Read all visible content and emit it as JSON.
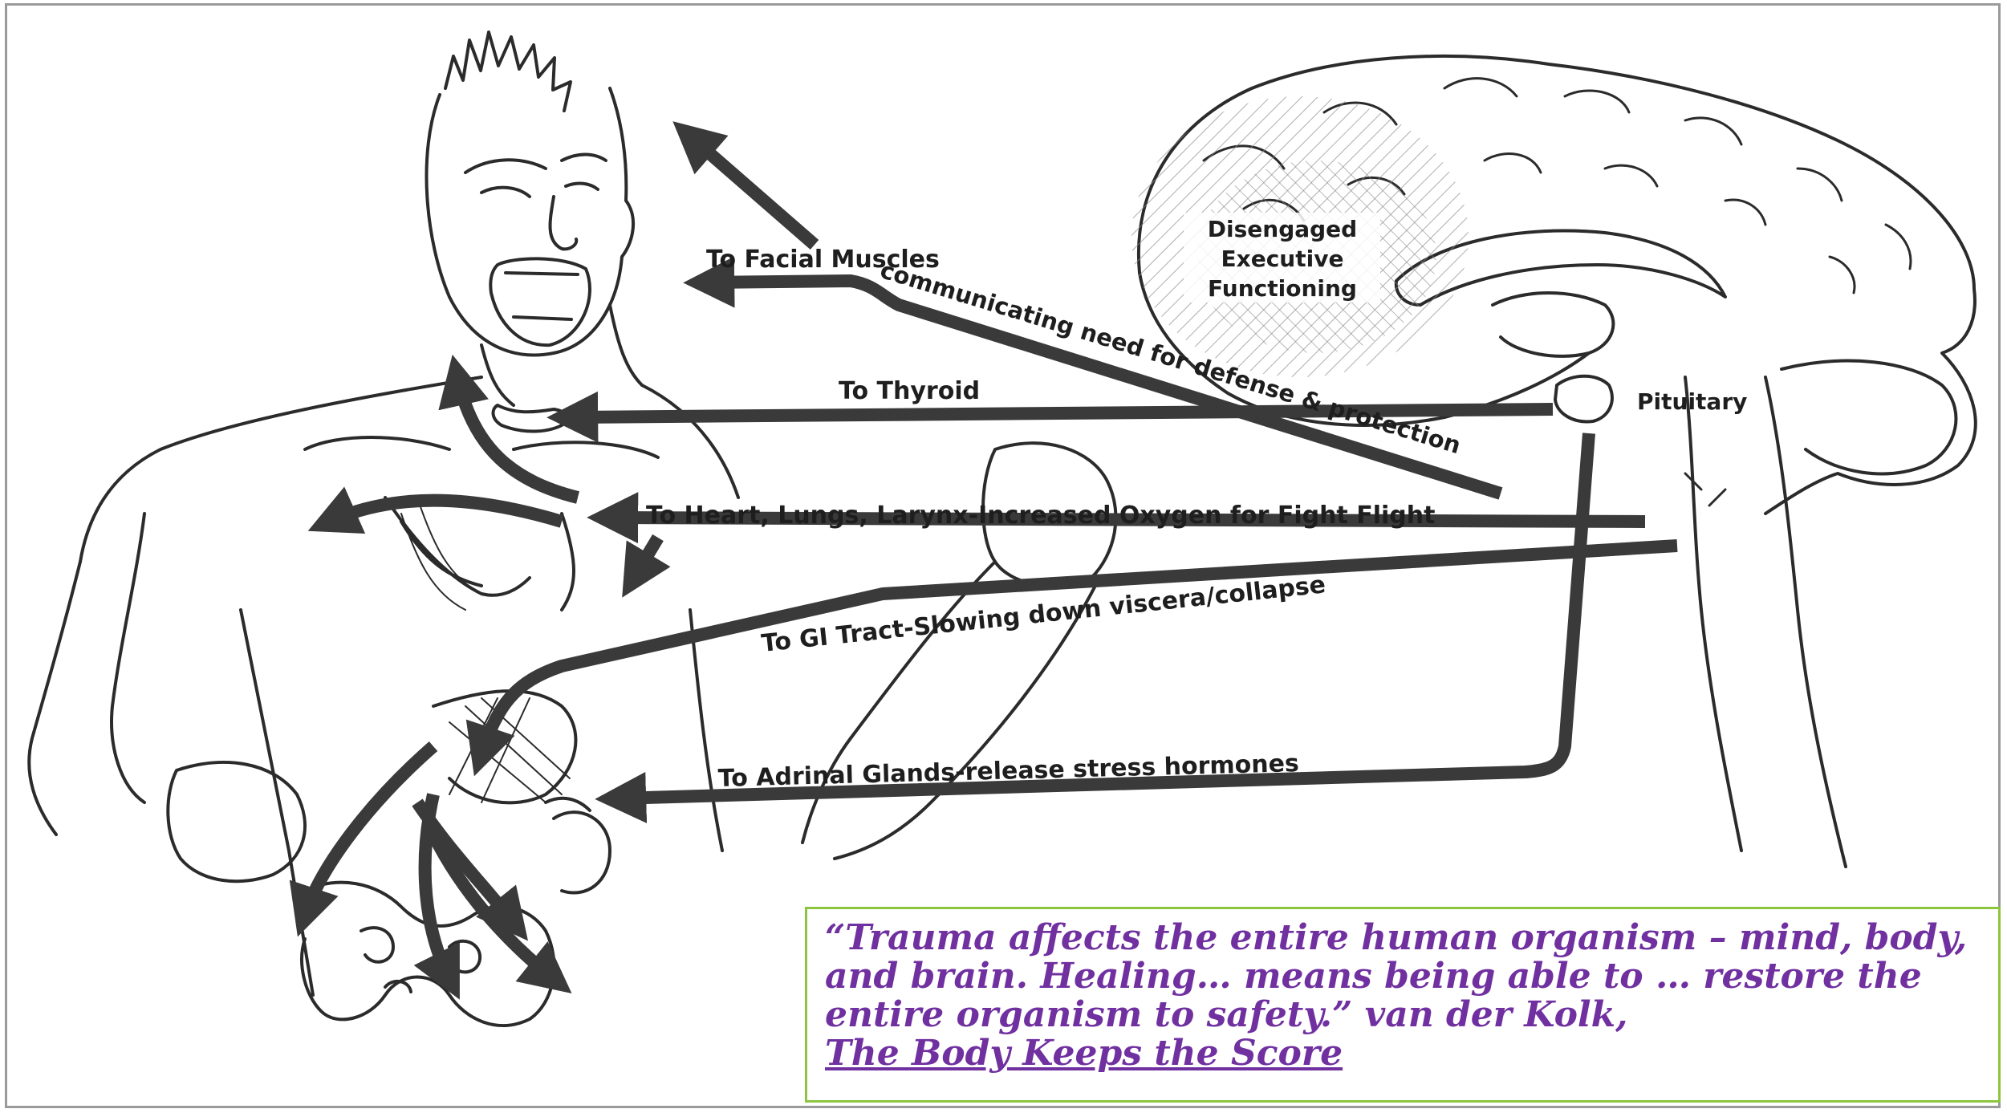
{
  "diagram": {
    "labels": {
      "facial_muscles": "To Facial Muscles",
      "communicating": "communicating need for defense & protection",
      "thyroid": "To Thyroid",
      "heart_lungs": "To Heart, Lungs, Larynx-Increased Oxygen for Fight Flight",
      "gi_tract": "To GI Tract-Slowing down viscera/collapse",
      "adrenal": "To Adrinal Glands-release stress hormones",
      "pituitary": "Pituitary",
      "executive_line1": "Disengaged",
      "executive_line2": "Executive",
      "executive_line3": "Functioning"
    }
  },
  "quote": {
    "text": "“Trauma affects the entire human organism – mind, body, and brain. Healing… means being able to … restore the entire organism to safety.” van der Kolk,",
    "book_title": "The Body Keeps the Score"
  },
  "colors": {
    "quote_text": "#7030a0",
    "quote_border": "#8cc63f",
    "line_art": "#2b2b2b",
    "arrow": "#3a3a3a"
  }
}
